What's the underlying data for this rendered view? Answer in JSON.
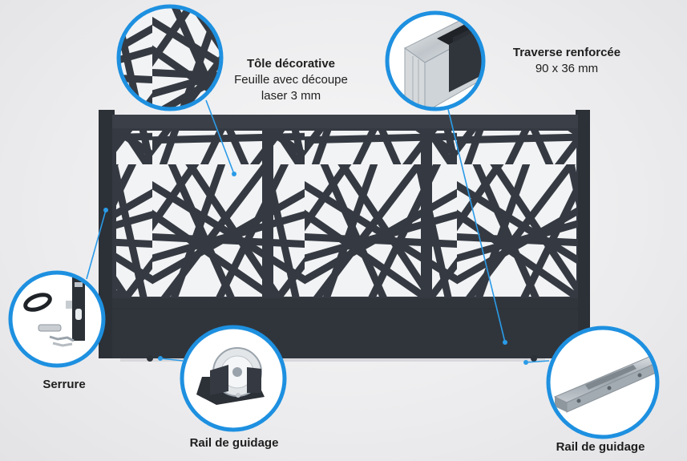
{
  "callouts": {
    "tole": {
      "title": "Tôle décorative",
      "line1": "Feuille avec découpe",
      "line2": "laser 3 mm"
    },
    "traverse": {
      "title": "Traverse renforcée",
      "line1": "90 x 36 mm"
    },
    "serrure": {
      "title": "Serrure"
    },
    "rail_left": {
      "title": "Rail de guidage"
    },
    "rail_right": {
      "title": "Rail de guidage"
    }
  },
  "colors": {
    "gate": "#353a42",
    "gate_frame": "#2c3037",
    "callout_ring": "#1e90e0",
    "leader": "#2a9be8",
    "rail_metal": "#9aa3ab"
  }
}
